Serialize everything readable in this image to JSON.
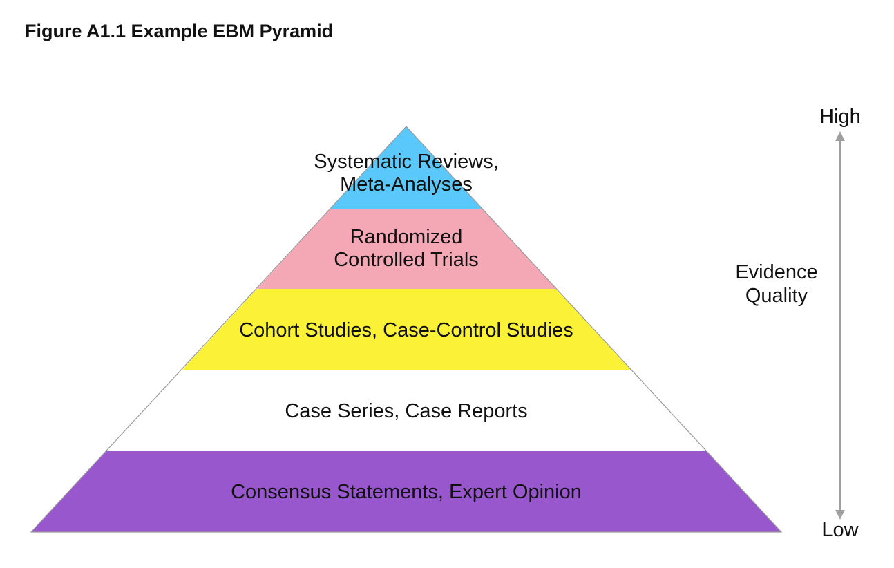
{
  "figure": {
    "title": "Figure A1.1 Example EBM Pyramid"
  },
  "pyramid": {
    "tiers": [
      {
        "lines": [
          "Systematic Reviews,",
          "Meta-Analyses"
        ],
        "color": "#5AC8FA"
      },
      {
        "lines": [
          "Randomized",
          "Controlled Trials"
        ],
        "color": "#F4A7B5"
      },
      {
        "lines": [
          "Cohort Studies, Case-Control Studies"
        ],
        "color": "#FBF136"
      },
      {
        "lines": [
          "Case Series, Case Reports"
        ],
        "color": "#FFFFFF"
      },
      {
        "lines": [
          "Consensus Statements, Expert Opinion"
        ],
        "color": "#9857CD"
      }
    ],
    "outline_color": "#9A9A9A"
  },
  "quality_axis": {
    "top_label": "High",
    "bottom_label": "Low",
    "label_lines": [
      "Evidence",
      "Quality"
    ],
    "arrow_color": "#A0A0A0"
  }
}
